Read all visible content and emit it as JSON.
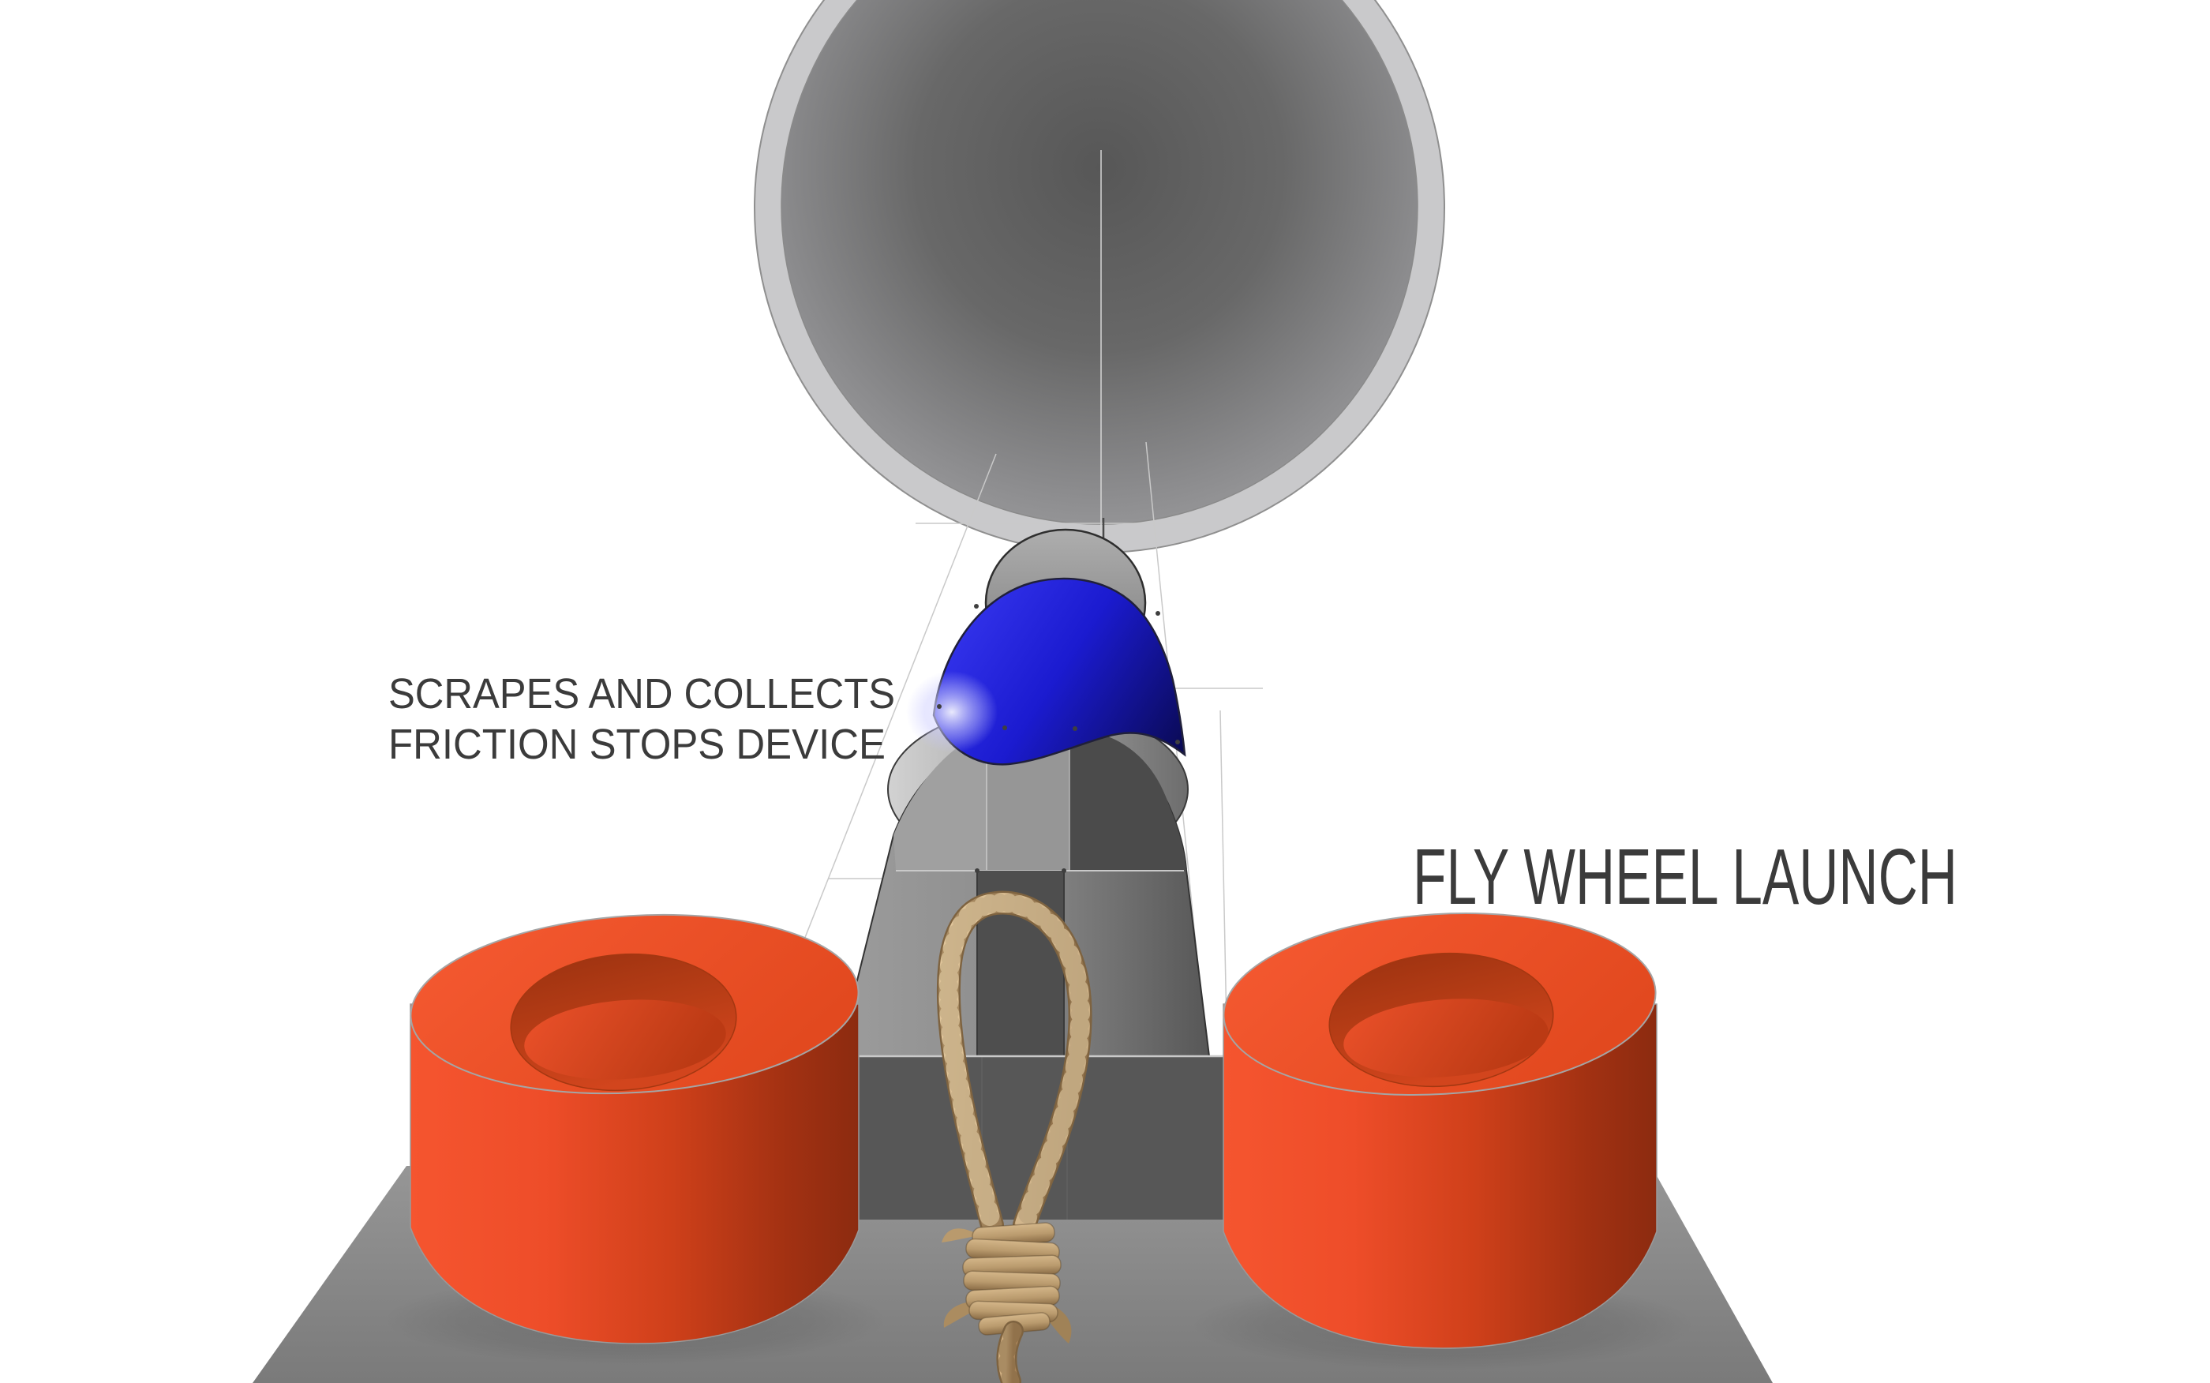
{
  "labels": {
    "left": {
      "line1": "SCRAPES AND COLLECTS",
      "line2": "FRICTION STOPS DEVICE"
    },
    "right": "FLY WHEEL LAUNCH"
  },
  "colors": {
    "background": "#ffffff",
    "label_text": "#3b3b3b",
    "flywheel_orange": "#ee4d29",
    "flywheel_orange_dark": "#8c2b10",
    "friction_ring_blue": "#1d1dd6",
    "friction_ring_navy": "#0a0a55",
    "sphere_ring_gray": "#c9c9cb",
    "sphere_core_gray": "#585858",
    "shaft_gray": "#8e8e8e",
    "slot_gray": "#4e4e4e",
    "block_gray": "#575757",
    "platform_gray": "#8a8a8a",
    "rope_tan": "#c2a377",
    "construction_line": "#c9c9c9"
  }
}
